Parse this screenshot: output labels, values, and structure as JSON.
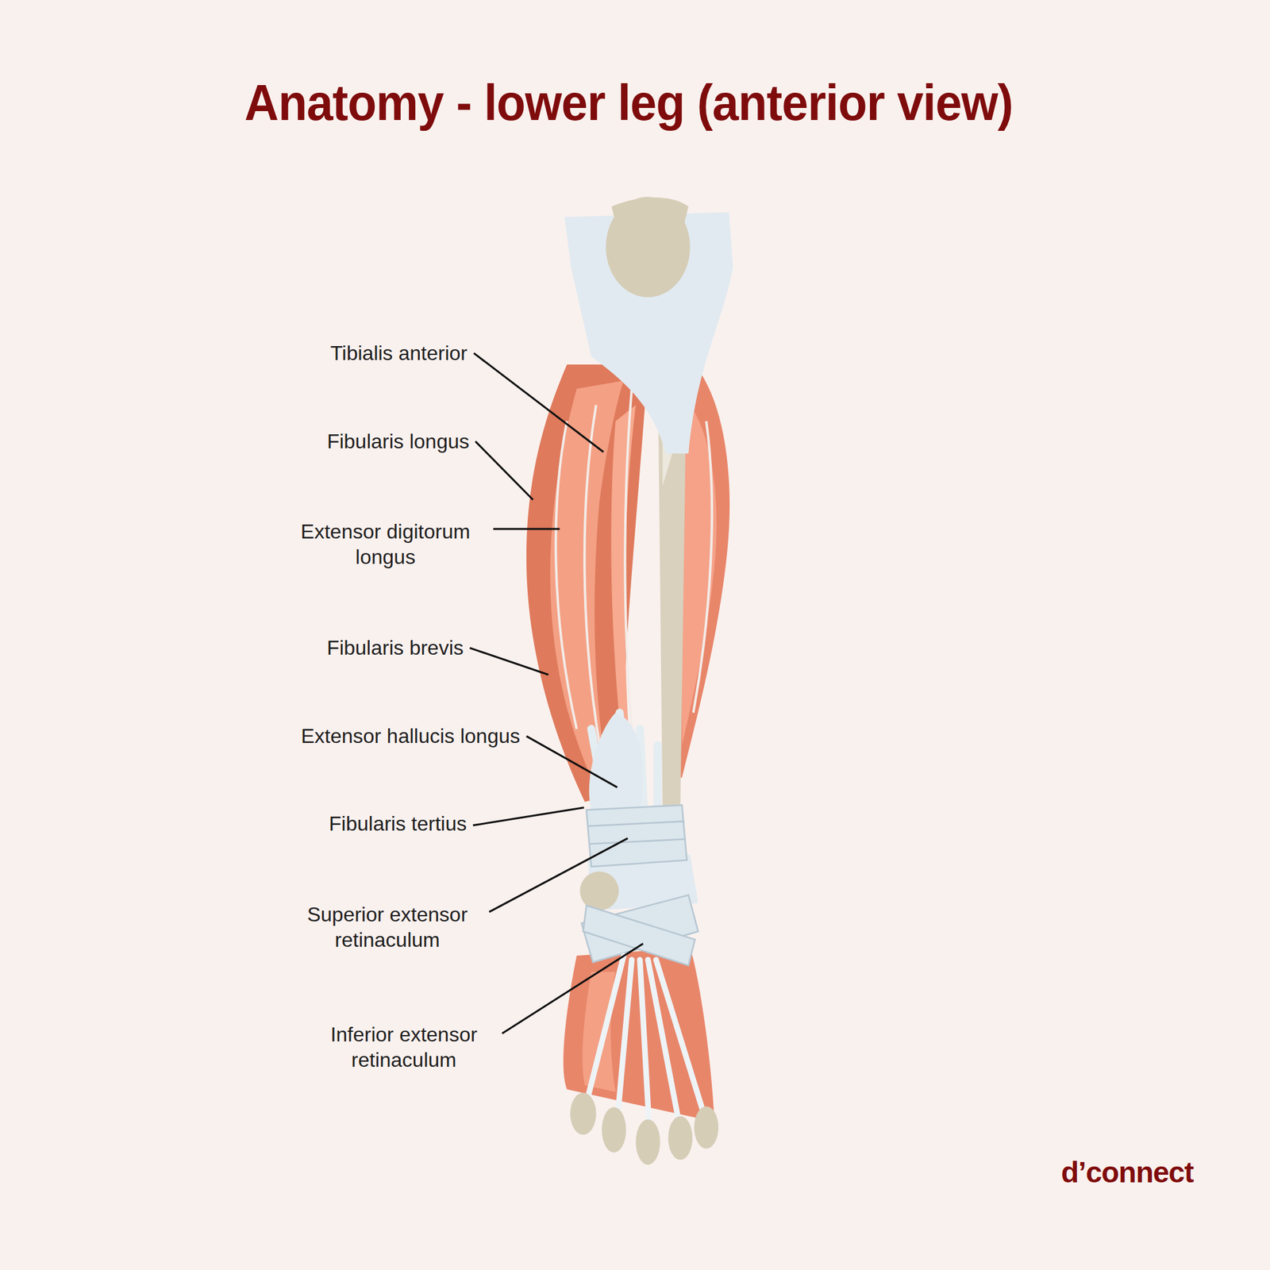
{
  "diagram": {
    "title": "Anatomy - lower leg (anterior view)",
    "labels": [
      "Tibialis anterior",
      "Fibularis longus",
      "Extensor digitorum longus",
      "Fibularis brevis",
      "Extensor hallucis longus",
      "Fibularis tertius",
      "Superior extensor retinaculum",
      "Inferior extensor retinaculum",
      "d’connect"
    ]
  }
}
